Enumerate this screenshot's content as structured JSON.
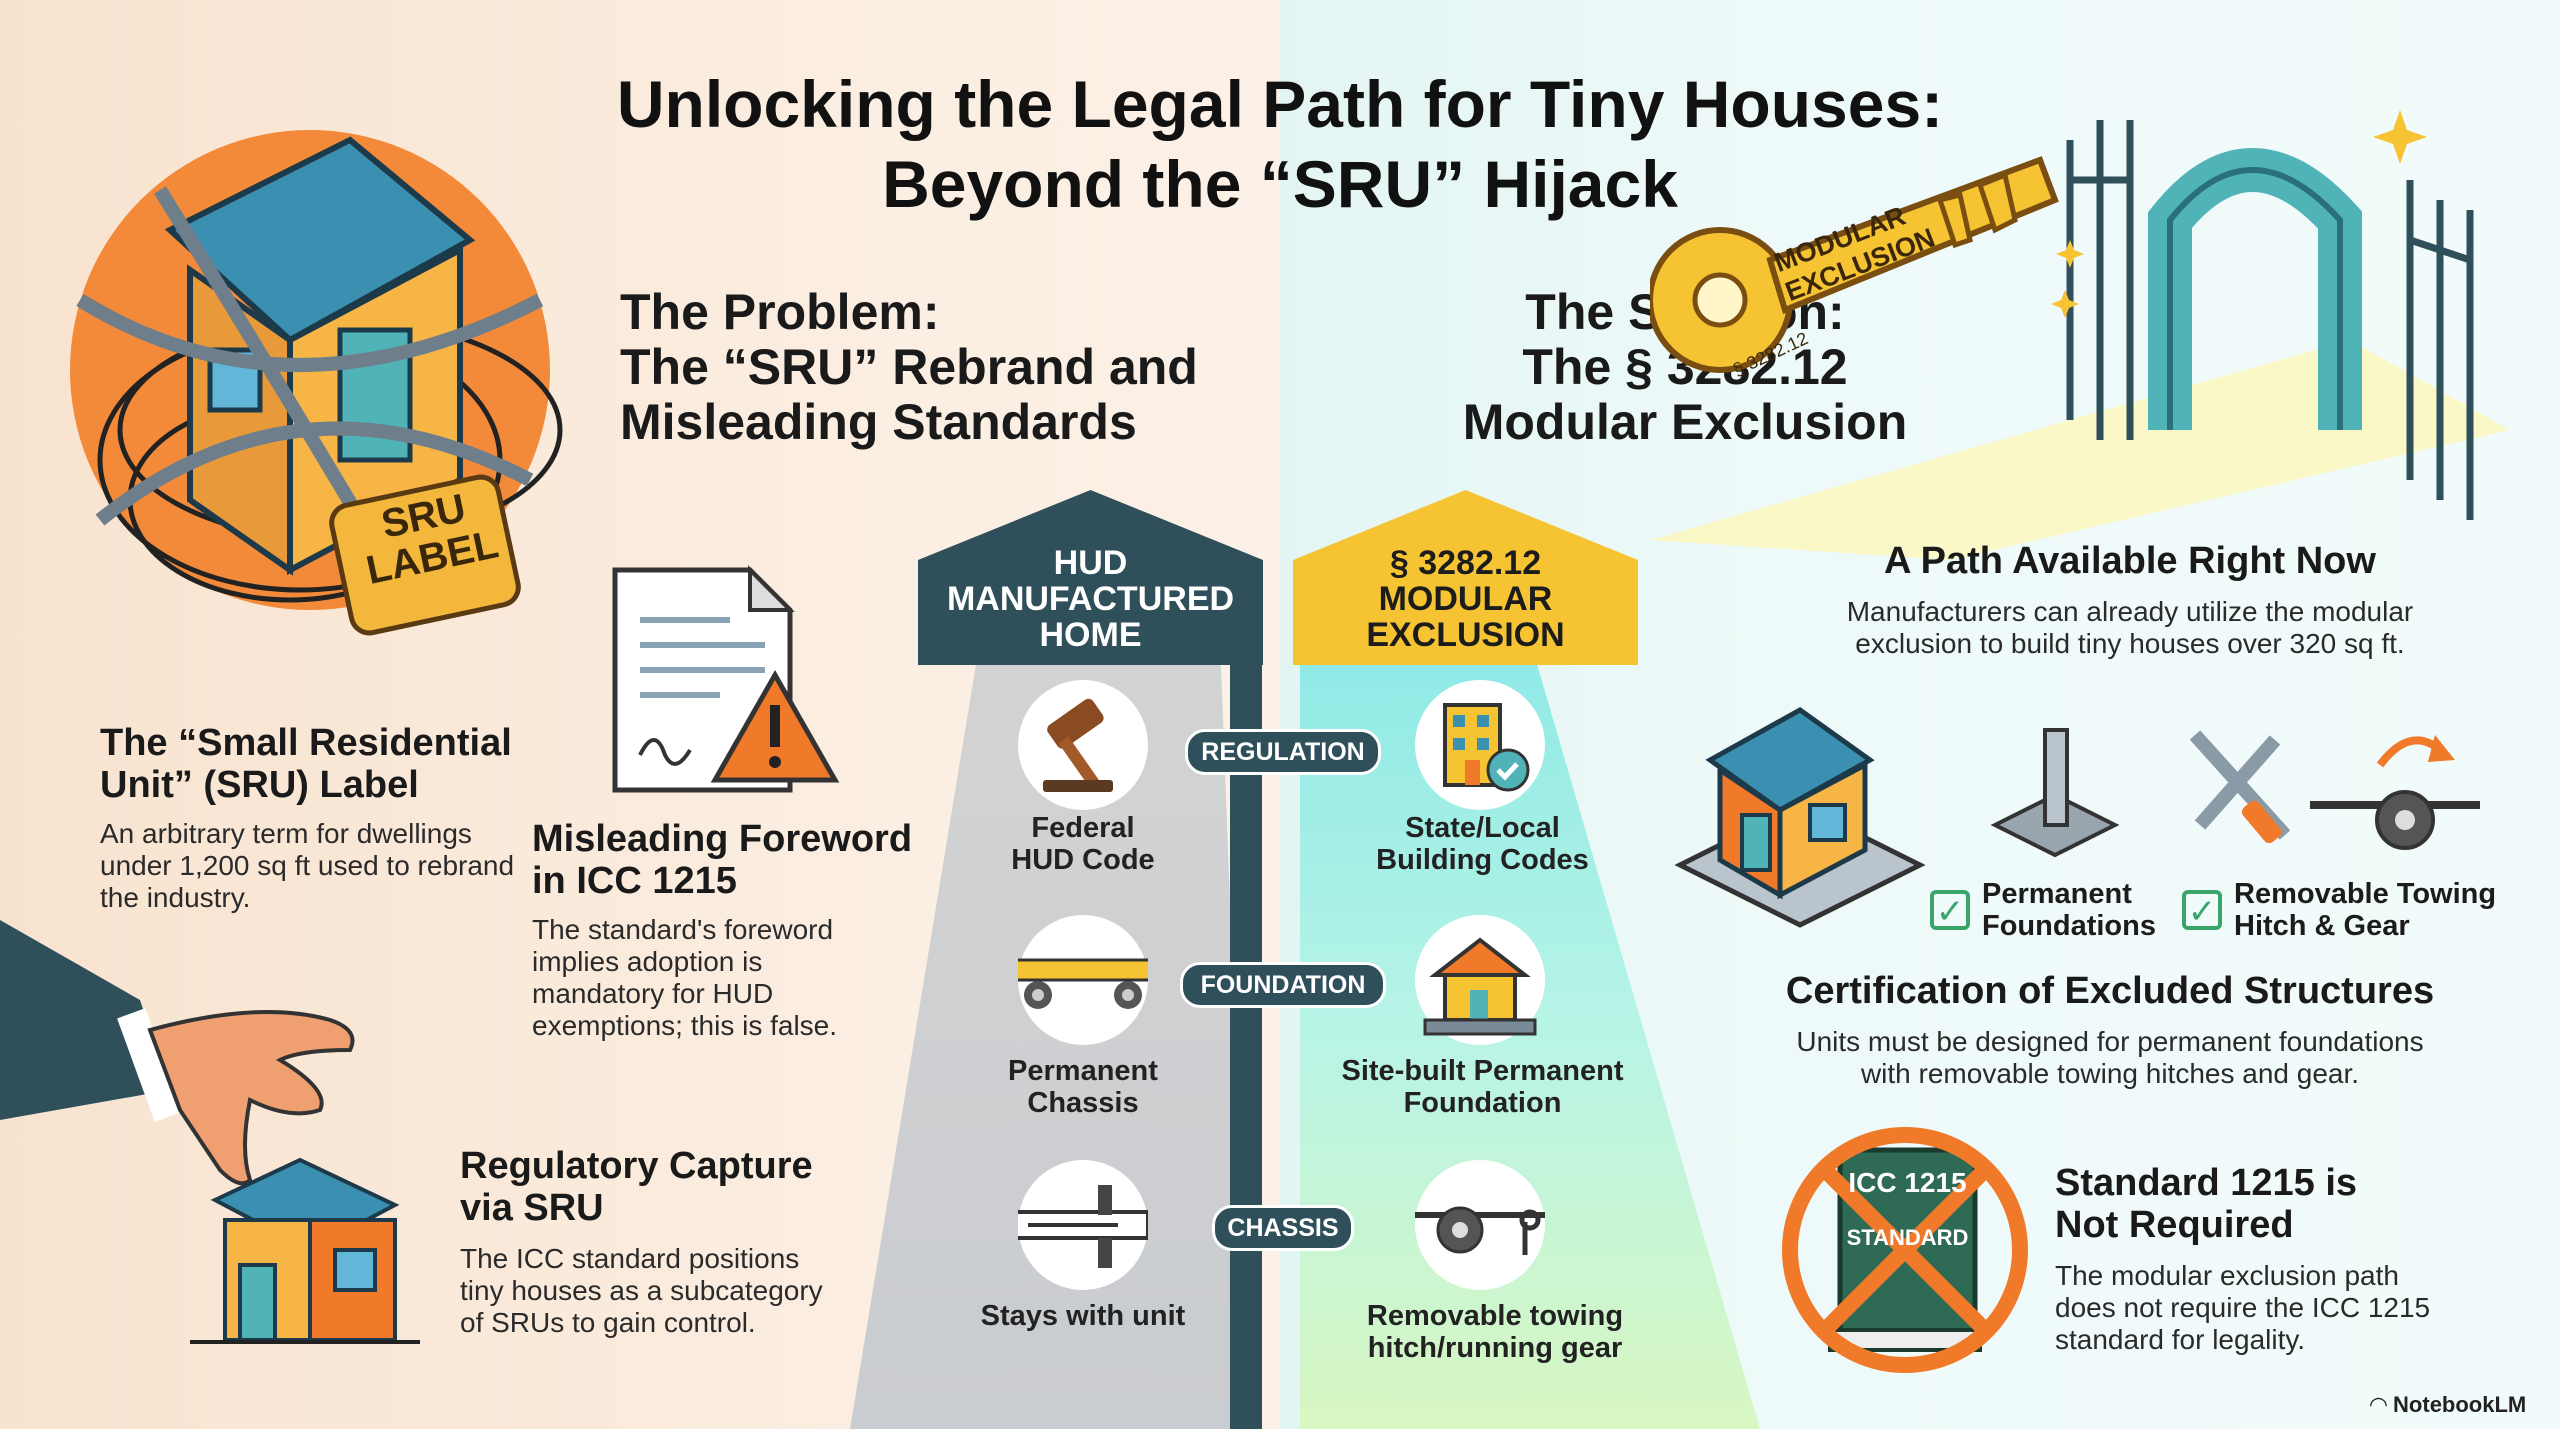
{
  "title": {
    "line1": "Unlocking the Legal Path for Tiny Houses:",
    "line2": "Beyond the “SRU” Hijack"
  },
  "problem": {
    "heading_line1": "The Problem:",
    "heading_line2": "The “SRU” Rebrand and",
    "heading_line3": "Misleading Standards"
  },
  "solution": {
    "heading_line1": "The Solution:",
    "heading_line2": "The § 3282.12",
    "heading_line3": "Modular Exclusion"
  },
  "sru_label": {
    "title_line1": "The “Small Residential",
    "title_line2": "Unit” (SRU) Label",
    "text": "An arbitrary term for dwellings under 1,200 sq ft used to rebrand the industry.",
    "tag_line1": "SRU",
    "tag_line2": "LABEL"
  },
  "foreword": {
    "title_line1": "Misleading Foreword",
    "title_line2": "in ICC 1215",
    "text": "The standard's foreword implies adoption is mandatory for HUD exemptions; this is false."
  },
  "capture": {
    "title_line1": "Regulatory Capture",
    "title_line2": "via SRU",
    "text": "The ICC standard positions tiny houses as a subcategory of SRUs to gain control."
  },
  "hud_sign": {
    "line1": "HUD",
    "line2": "MANUFACTURED",
    "line3": "HOME"
  },
  "modular_sign": {
    "line1": "§ 3282.12",
    "line2": "MODULAR",
    "line3": "EXCLUSION"
  },
  "comparison": {
    "rows": [
      {
        "pill": "REGULATION",
        "left_line1": "Federal",
        "left_line2": "HUD Code",
        "right_line1": "State/Local",
        "right_line2": "Building Codes"
      },
      {
        "pill": "FOUNDATION",
        "left_line1": "Permanent",
        "left_line2": "Chassis",
        "right_line1": "Site-built Permanent",
        "right_line2": "Foundation"
      },
      {
        "pill": "CHASSIS",
        "left_line1": "Stays with unit",
        "left_line2": "",
        "right_line1": "Removable towing",
        "right_line2": "hitch/running gear"
      }
    ]
  },
  "key": {
    "line1": "MODULAR EXCLUSION",
    "line2": "§ 3282.12"
  },
  "path": {
    "title": "A Path Available Right Now",
    "line1": "Manufacturers can already utilize the modular",
    "line2": "exclusion to build tiny houses over 320 sq ft."
  },
  "checks": [
    {
      "line1": "Permanent",
      "line2": "Foundations"
    },
    {
      "line1": "Removable Towing",
      "line2": "Hitch & Gear"
    }
  ],
  "certification": {
    "title": "Certification of Excluded Structures",
    "line1": "Units must be designed for permanent foundations",
    "line2": "with removable towing hitches and gear."
  },
  "not_required": {
    "title_line1": "Standard 1215 is",
    "title_line2": "Not Required",
    "text": "The modular exclusion path does not require the ICC 1215 standard for legality.",
    "book_line1": "ICC 1215",
    "book_line2": "STANDARD"
  },
  "watermark": "NotebookLM",
  "colors": {
    "accent_orange": "#f07a2a",
    "accent_yellow": "#f6c433",
    "accent_teal": "#2f4f5a",
    "accent_green": "#3aa56b"
  }
}
